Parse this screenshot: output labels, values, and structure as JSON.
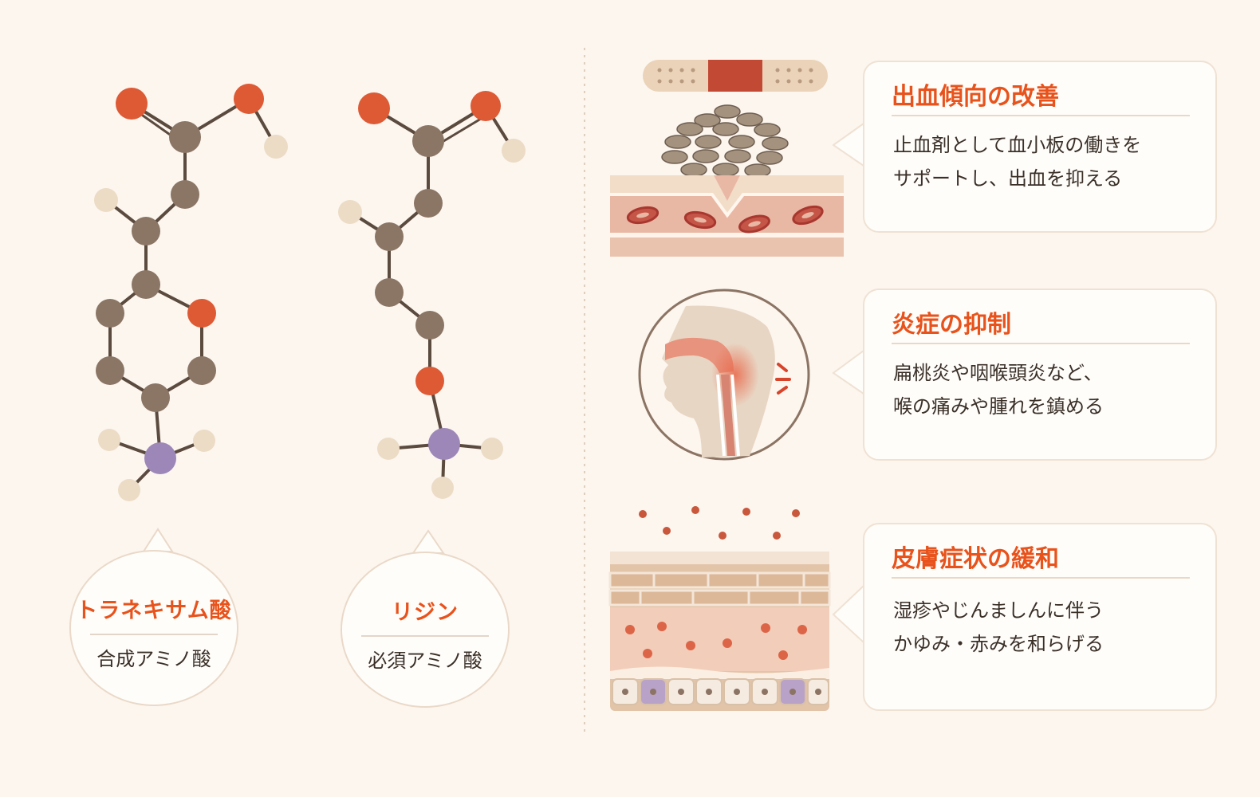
{
  "molecules": [
    {
      "name": "トラネキサム酸",
      "type": "合成アミノ酸"
    },
    {
      "name": "リジン",
      "type": "必須アミノ酸"
    }
  ],
  "effects": [
    {
      "title": "出血傾向の改善",
      "lines": [
        "止血剤として血小板の働きを",
        "サポートし、出血を抑える"
      ],
      "icon": "bandage-platelets-icon"
    },
    {
      "title": "炎症の抑制",
      "lines": [
        "扁桃炎や咽喉頭炎など、",
        "喉の痛みや腫れを鎮める"
      ],
      "icon": "throat-profile-icon"
    },
    {
      "title": "皮膚症状の緩和",
      "lines": [
        "湿疹やじんましんに伴う",
        "かゆみ・赤みを和らげる"
      ],
      "icon": "skin-layers-icon"
    }
  ],
  "colors": {
    "background": "#fcf6ef",
    "accent": "#e8531c",
    "atom_carbon": "#8b7565",
    "atom_oxygen": "#dd5a35",
    "atom_nitrogen": "#9d87b8",
    "atom_hydrogen": "#ecdcc6"
  }
}
